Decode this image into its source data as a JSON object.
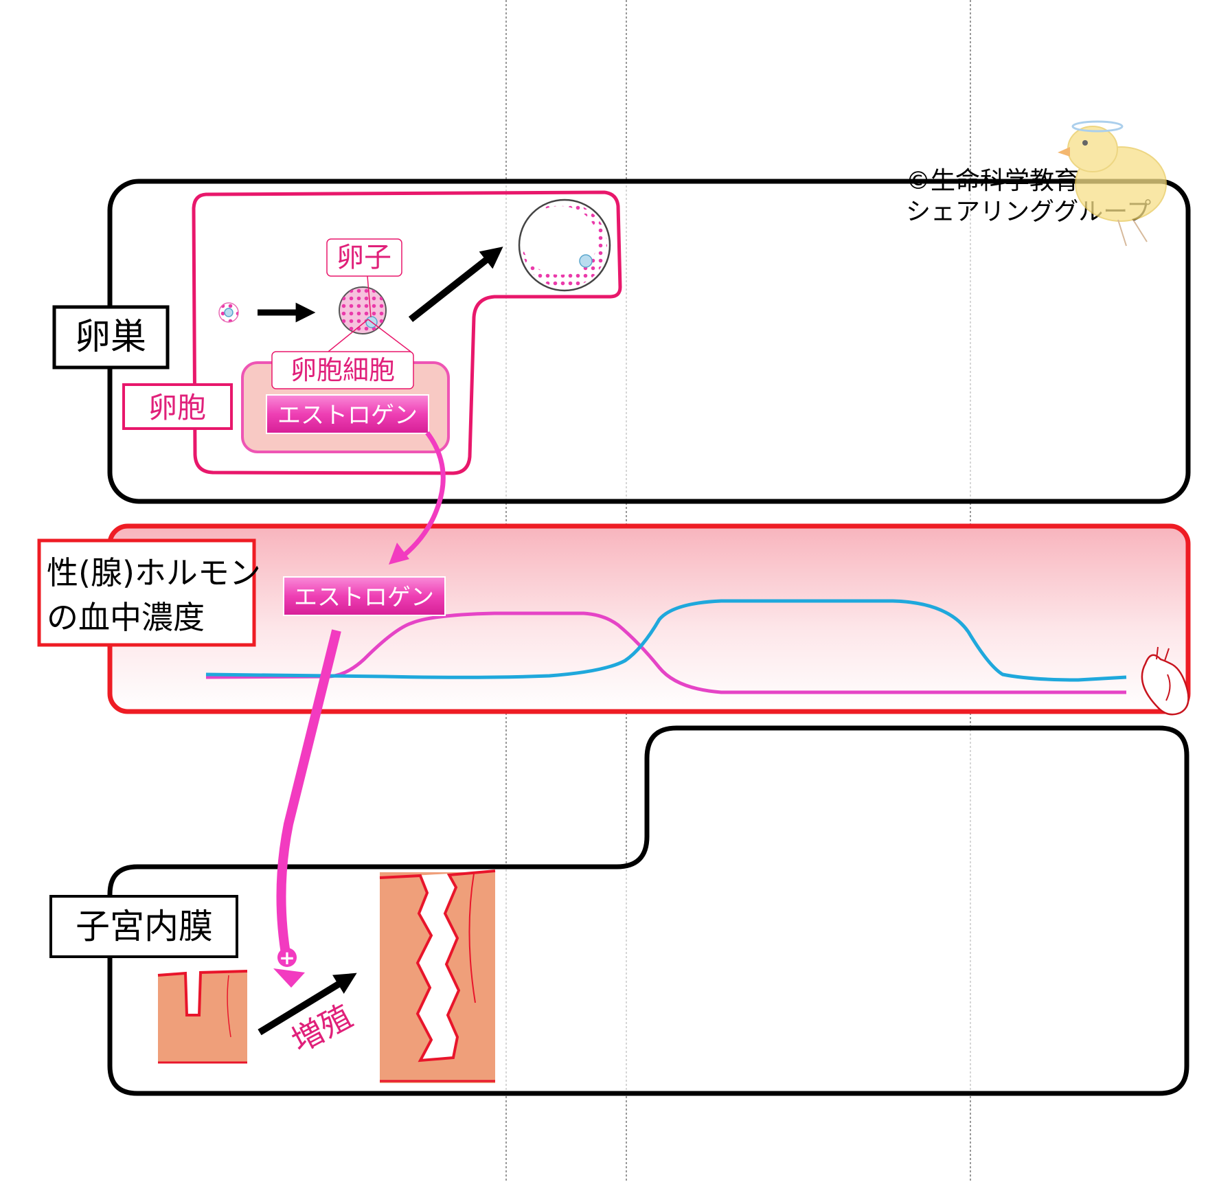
{
  "copyright": {
    "line1": "©生命科学教育",
    "line2": "シェアリンググループ"
  },
  "sections": {
    "ovary": "卵巣",
    "hormone_line1": "性(腺)ホルモン",
    "hormone_line2": "の血中濃度",
    "endometrium": "子宮内膜"
  },
  "labels": {
    "egg": "卵子",
    "follicle": "卵胞",
    "follicle_cells": "卵胞細胞",
    "estrogen_ovary": "エストロゲン",
    "estrogen_blood": "エストロゲン",
    "proliferation": "増殖",
    "plus_sign": "+"
  },
  "colors": {
    "estrogen_curve": "#e544c6",
    "second_curve": "#1fa8dc",
    "ovary_outline": "#e8176b",
    "hormone_box_border": "#ee1c24",
    "endometrium_fill": "#ef9f7a",
    "endometrium_edge": "#e8152b",
    "estrogen_badge": "#ee3fb4",
    "arrow_pink": "#f23bc0"
  }
}
